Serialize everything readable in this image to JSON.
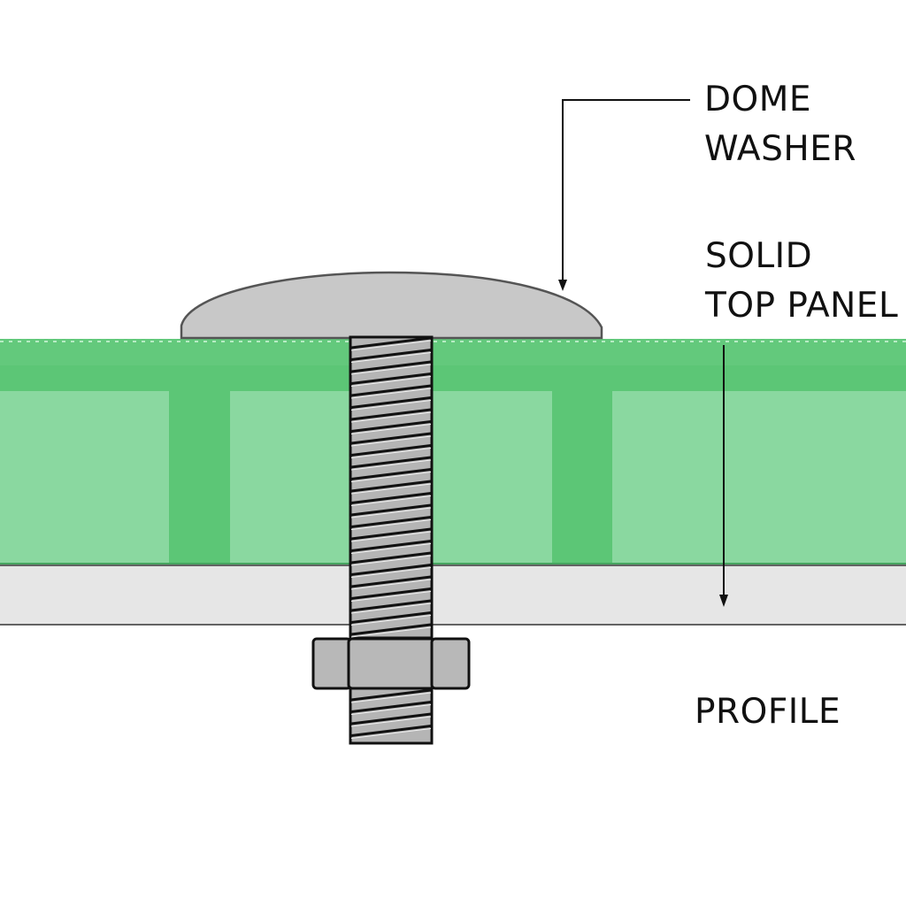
{
  "labels": {
    "dome_washer": [
      "DOME",
      "WASHER"
    ],
    "solid_top_panel": [
      "SOLID",
      "TOP PANEL"
    ],
    "profile": "PROFILE"
  },
  "colors": {
    "panel_dark": "#5cc676",
    "panel_light": "#8ad8a0",
    "profile": "#e6e6e6",
    "metal": "#c8c8c8",
    "thread": "#b5b5b5"
  }
}
